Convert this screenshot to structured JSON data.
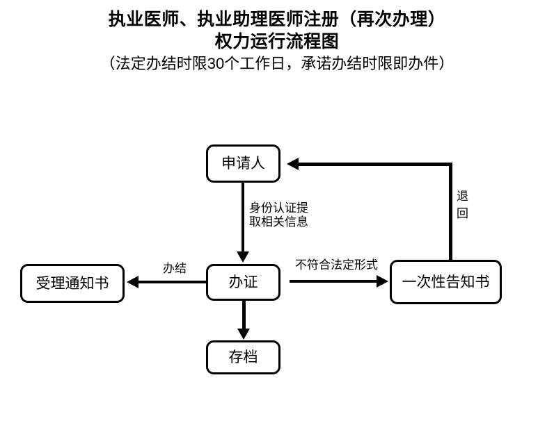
{
  "header": {
    "title_line_1": "执业医师、执业助理医师注册（再次办理）",
    "title_line_2": "权力运行流程图",
    "subtitle": "（法定办结时限30个工作日，承诺办结时限即办件）"
  },
  "flowchart": {
    "nodes": [
      {
        "id": "applicant",
        "label": "申请人"
      },
      {
        "id": "process",
        "label": "办证"
      },
      {
        "id": "notice",
        "label": "受理通知书"
      },
      {
        "id": "onetime",
        "label": "一次性告知书"
      },
      {
        "id": "archive",
        "label": "存档"
      }
    ],
    "edges": [
      {
        "id": "applicant-to-process",
        "label": "身份认证提\n取相关信息",
        "from": "applicant",
        "to": "process"
      },
      {
        "id": "process-to-notice",
        "label": "办结",
        "from": "process",
        "to": "notice"
      },
      {
        "id": "process-to-onetime",
        "label": "不符合法定形式",
        "from": "process",
        "to": "onetime"
      },
      {
        "id": "onetime-to-applicant",
        "label": "退\n回",
        "from": "onetime",
        "to": "applicant"
      },
      {
        "id": "process-to-archive",
        "label": "",
        "from": "process",
        "to": "archive"
      }
    ]
  },
  "colors": {
    "background": "#ffffff",
    "stroke": "#000000",
    "text": "#000000"
  }
}
